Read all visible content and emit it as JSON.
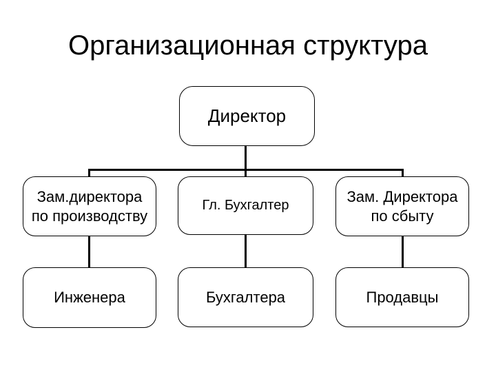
{
  "title": "Организационная структура",
  "org_chart": {
    "root": {
      "label": "Директор"
    },
    "managers": [
      {
        "label": "Зам.директора\nпо производству"
      },
      {
        "label": "Гл. Бухгалтер"
      },
      {
        "label": "Зам. Директора\nпо сбыту"
      }
    ],
    "staff": [
      {
        "label": "Инженера"
      },
      {
        "label": "Бухгалтера"
      },
      {
        "label": "Продавцы"
      }
    ]
  },
  "colors": {
    "background": "#ffffff",
    "text": "#000000",
    "box_border": "#000000",
    "box_fill": "#ffffff",
    "connector": "#000000"
  }
}
